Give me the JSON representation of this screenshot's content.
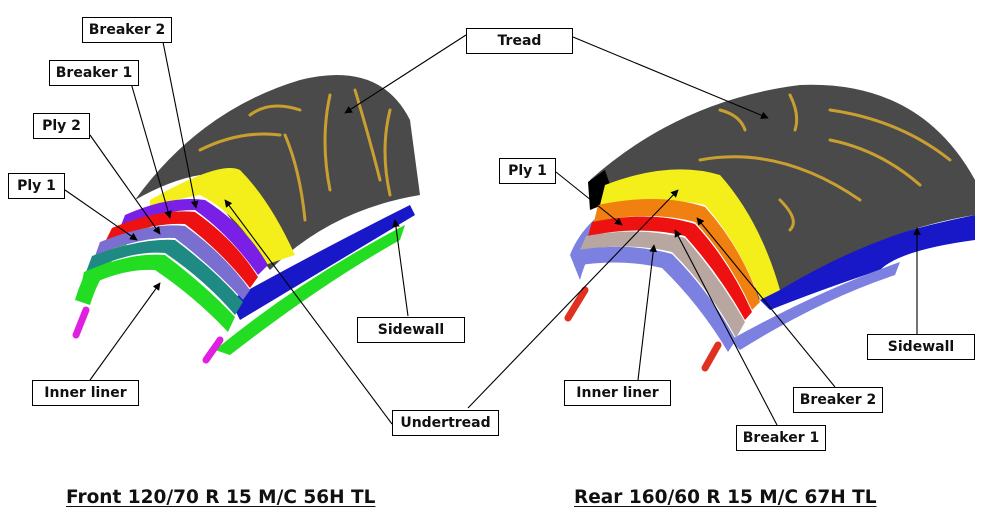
{
  "front": {
    "caption": "Front 120/70 R 15 M/C 56H TL",
    "labels": {
      "breaker2": "Breaker 2",
      "breaker1": "Breaker 1",
      "ply2": "Ply 2",
      "ply1": "Ply 1",
      "inner_liner": "Inner liner",
      "sidewall": "Sidewall",
      "undertread": "Undertread"
    },
    "layer_colors": {
      "tread": "#4a4a4a",
      "tread_grooves": "#c9a030",
      "undertread": "#f4ef1a",
      "breaker2": "#7a1fe6",
      "breaker1": "#ee1111",
      "ply2": "#7a6ed0",
      "ply1": "#1f8a84",
      "inner_liner": "#22dd22",
      "sidewall": "#1818c8",
      "bead_wire": "#e020e0"
    }
  },
  "rear": {
    "caption": "Rear 160/60 R 15 M/C 67H TL",
    "labels": {
      "ply1": "Ply 1",
      "inner_liner": "Inner liner",
      "breaker2": "Breaker 2",
      "breaker1": "Breaker 1",
      "sidewall": "Sidewall"
    },
    "layer_colors": {
      "tread": "#4a4a4a",
      "tread_grooves": "#c9a030",
      "undertread": "#f4ef1a",
      "breaker2": "#f08010",
      "breaker1": "#ee1111",
      "ply1": "#b8a6a0",
      "inner_liner": "#7c80e0",
      "sidewall": "#1818c8",
      "bead_wire": "#e03020"
    }
  },
  "shared": {
    "tread_label": "Tread"
  }
}
